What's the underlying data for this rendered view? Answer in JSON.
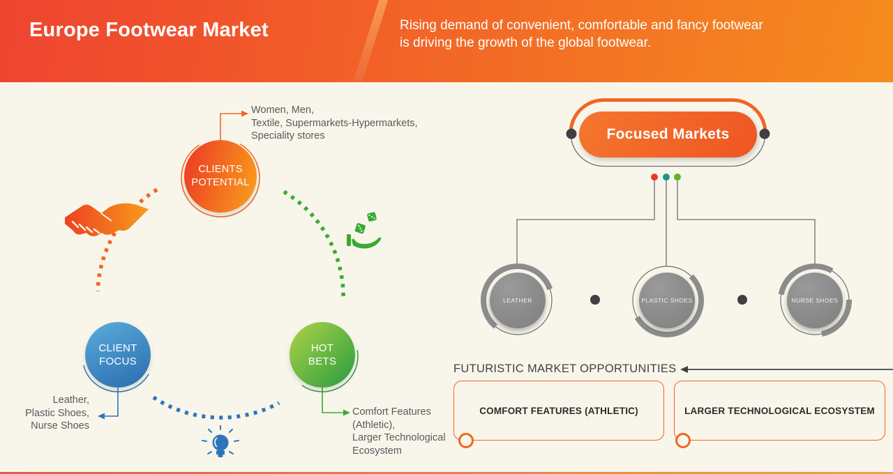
{
  "header": {
    "title": "Europe Footwear Market",
    "subtitle": "Rising demand of convenient, comfortable and fancy footwear\nis driving the growth of the global footwear."
  },
  "cycle": {
    "clients_potential": {
      "label": "CLIENTS\nPOTENTIAL",
      "note": "Women, Men,\nTextile, Supermarkets-Hypermarkets,\nSpeciality stores"
    },
    "client_focus": {
      "label": "CLIENT\nFOCUS",
      "note": "Leather,\nPlastic Shoes,\nNurse Shoes"
    },
    "hot_bets": {
      "label": "HOT\nBETS",
      "note": "Comfort Features\n(Athletic),\nLarger Technological\nEcosystem"
    }
  },
  "focused_markets": {
    "title": "Focused Markets",
    "children": [
      "LEATHER",
      "PLASTIC SHOES",
      "NURSE SHOES"
    ]
  },
  "opportunities": {
    "heading": "FUTURISTIC MARKET OPPORTUNITIES",
    "items": [
      "COMFORT FEATURES (ATHLETIC)",
      "LARGER TECHNOLOGICAL ECOSYSTEM"
    ]
  },
  "colors": {
    "header_gradient_start": "#ee4430",
    "header_gradient_end": "#f58c1e",
    "background": "#f8f6eb",
    "accent_orange": "#f26522",
    "accent_blue": "#2e75bb",
    "accent_green": "#3aaa35",
    "gray_node": "#8c8c8c",
    "dot_red": "#e8392d",
    "dot_teal": "#13998c",
    "dot_green": "#5fb32c",
    "text_dark": "#58595b"
  }
}
